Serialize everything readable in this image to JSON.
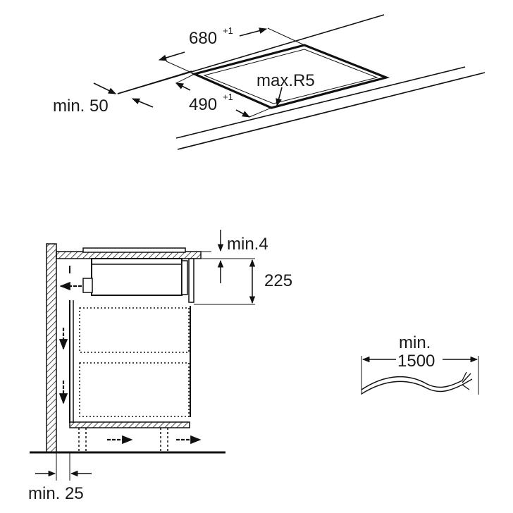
{
  "cutout": {
    "width_label": "680",
    "width_tol": "+1",
    "depth_label": "490",
    "depth_tol": "+1",
    "radius_label": "max.R5",
    "edge_label": "min. 50"
  },
  "section": {
    "gap_label": "min.4",
    "height_label": "225",
    "wall_label": "min. 25"
  },
  "cable": {
    "label_line1": "min.",
    "label_line2": "1500"
  }
}
